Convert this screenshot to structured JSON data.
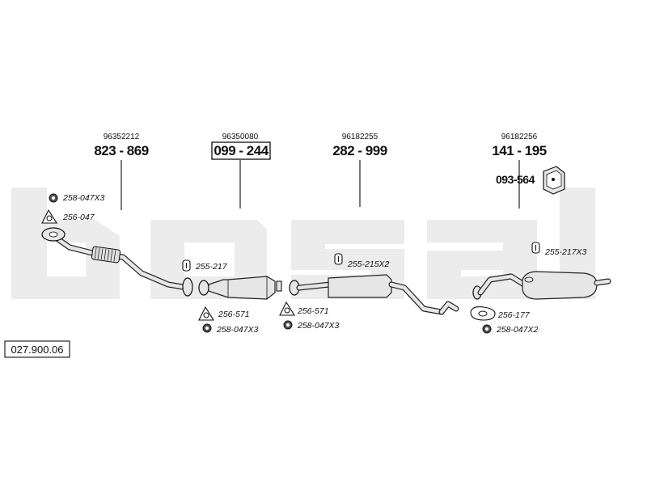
{
  "catalog_number": "027.900.06",
  "brand_watermark": "bosal",
  "parts": [
    {
      "ref": "96352212",
      "number": "823 - 869",
      "boxed": false
    },
    {
      "ref": "96350080",
      "number": "099 - 244",
      "boxed": true
    },
    {
      "ref": "96182255",
      "number": "282 - 999",
      "boxed": false
    },
    {
      "ref": "96182256",
      "number": "141 - 195",
      "boxed": false
    }
  ],
  "extra_part": {
    "number": "093-564"
  },
  "fittings": [
    {
      "code": "258-047X3",
      "icon": "nut-icon"
    },
    {
      "code": "256-047",
      "icon": "gasket-triangle-icon"
    },
    {
      "code": "255-217",
      "icon": "rubber-hanger-icon"
    },
    {
      "code": "256-571",
      "icon": "gasket-triangle-icon"
    },
    {
      "code": "258-047X3",
      "icon": "nut-icon"
    },
    {
      "code": "256-571",
      "icon": "gasket-triangle-icon"
    },
    {
      "code": "258-047X3",
      "icon": "nut-icon"
    },
    {
      "code": "255-215X2",
      "icon": "rubber-hanger-icon"
    },
    {
      "code": "255-217X3",
      "icon": "rubber-hanger-icon"
    },
    {
      "code": "256-177",
      "icon": "gasket-oval-icon"
    },
    {
      "code": "258-047X2",
      "icon": "nut-icon"
    }
  ],
  "colors": {
    "ink": "#111111",
    "watermark": "#ececec",
    "part_fill": "#e6e6e6"
  }
}
